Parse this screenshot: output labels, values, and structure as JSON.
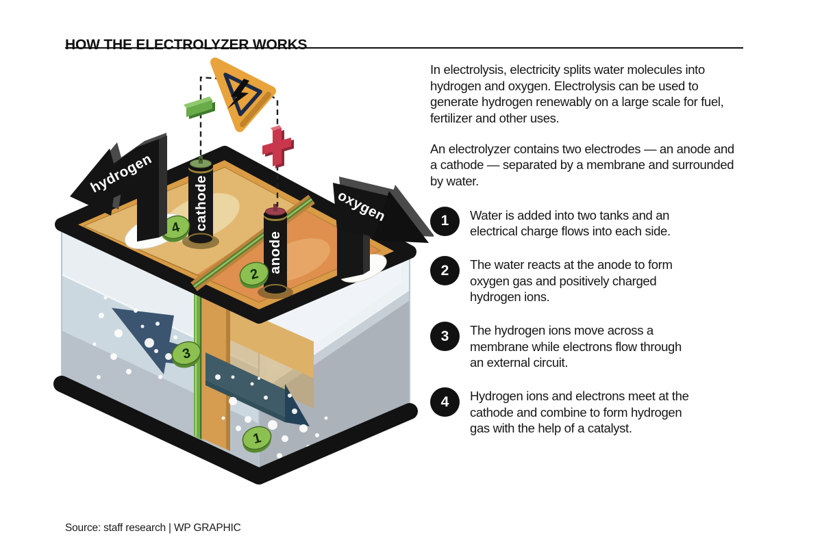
{
  "title": "HOW THE ELECTROLYZER WORKS",
  "intro": {
    "p1": "In electrolysis, electricity splits water molecules into hydrogen and oxygen. Electrolysis can be used to generate hydrogen renewably on a large scale for fuel, fertilizer and other uses.",
    "p2": "An electrolyzer contains two electrodes — an anode and a cathode — separated by a membrane and surrounded by water."
  },
  "steps": [
    {
      "num": "1",
      "text": "Water is added into two tanks and an electrical charge flows into each side."
    },
    {
      "num": "2",
      "text": "The water reacts at the anode to form oxygen gas and positively charged hydrogen ions."
    },
    {
      "num": "3",
      "text": "The hydrogen ions move across a membrane while electrons flow through an external circuit."
    },
    {
      "num": "4",
      "text": "Hydrogen ions and electrons meet at the cathode and combine to form hydrogen gas with the help of a catalyst."
    }
  ],
  "illustration": {
    "labels": {
      "hydrogen_arrow": "hydrogen",
      "oxygen_arrow": "oxygen",
      "cathode": "cathode",
      "anode": "anode"
    },
    "badges": {
      "b1": "1",
      "b2": "2",
      "b3": "3",
      "b4": "4"
    },
    "colors": {
      "frame_black": "#111111",
      "tank_top_orange": "#d99b45",
      "cell_sand": "#e2b870",
      "cell_orange": "#df8f4e",
      "hazard_yellow": "#e8a33c",
      "hazard_border_navy": "#1c2a4a",
      "plus_red": "#c9374d",
      "minus_green": "#69ab49",
      "membrane_green": "#6fae47",
      "badge_green": "#8cc152",
      "water_blue": "#ccd8e0",
      "ion_arrow_navy": "#3b5570",
      "electron_arrow_teal": "#3f5b67"
    }
  },
  "source": "Source: staff research  |  WP GRAPHIC"
}
